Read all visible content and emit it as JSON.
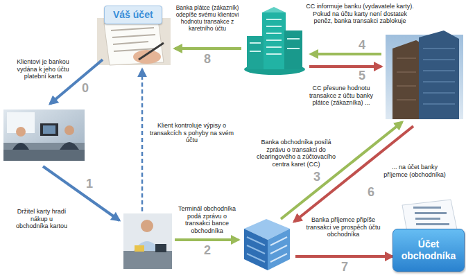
{
  "diagram": {
    "nodes": [
      {
        "text": [
          "Váš účet"
        ]
      },
      {
        "text": [
          "Účet obchodníka"
        ]
      }
    ],
    "labels": [
      "Klientovi je bankou vydána k jeho účtu platební karta",
      "0",
      "Banka plátce (zákazník) odepíše svému klientovi hodnotu transakce z karetního účtu",
      "8",
      "CC informuje banku (vydavatele karty). Pokud na účtu karty není dostatek peněz, banka transakci zablokuje",
      "4",
      "5",
      "CC přesune hodnotu transakce z účtu banky plátce (zákazníka) ...",
      "Klient kontroluje výpisy o transakcích s pohyby na svém účtu",
      "1",
      "Banka obchodníka posílá zprávu o transakci do clearingového a zúčtovacího centra karet (CC)",
      "3",
      "6",
      "... na účet banky příjemce (obchodníka)",
      "Držitel karty hradí nákup u obchodníka kartou",
      "Terminál obchodníka podá zprávu o transakci bance obchodníka",
      "2",
      "Banka příjemce připíše transakci ve prospěch účtu obchodníka",
      "7"
    ]
  }
}
